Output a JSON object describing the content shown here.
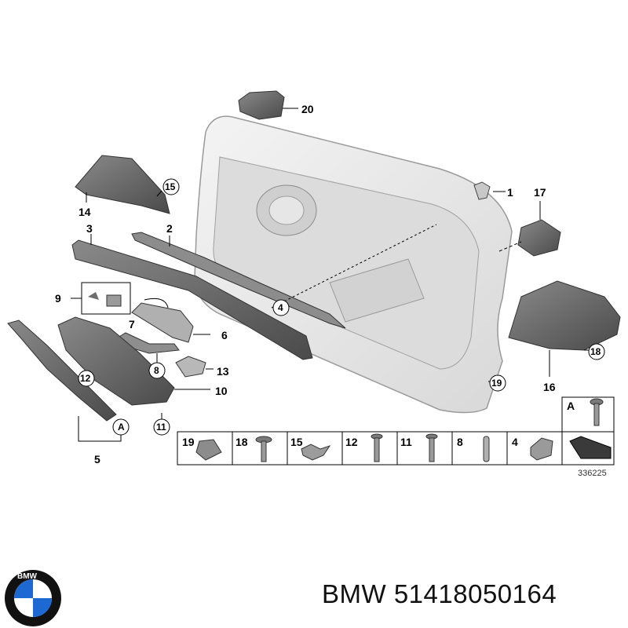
{
  "callouts": {
    "n1": "1",
    "n2": "2",
    "n3": "3",
    "n4": "4",
    "n5": "5",
    "n6": "6",
    "n7": "7",
    "n8": "8",
    "n9": "9",
    "n10": "10",
    "n11": "11",
    "n12": "12",
    "n13": "13",
    "n14": "14",
    "n15": "15",
    "n16": "16",
    "n17": "17",
    "n18": "18",
    "n19": "19",
    "n20": "20",
    "nA": "A"
  },
  "legend_strip": [
    "19",
    "18",
    "15",
    "12",
    "11",
    "8",
    "4"
  ],
  "legend_box_a": "A",
  "reference_number": "336225",
  "brand": {
    "logo_text": "BMW",
    "name": "BMW",
    "part_number": "51418050164",
    "colors": {
      "blue": "#1c69d4",
      "ring": "#111111",
      "white": "#ffffff"
    }
  },
  "colors": {
    "panel": "#ececec",
    "part_dark": "#6e6e6e",
    "part_mid": "#a8a8a8",
    "line": "#000000"
  }
}
